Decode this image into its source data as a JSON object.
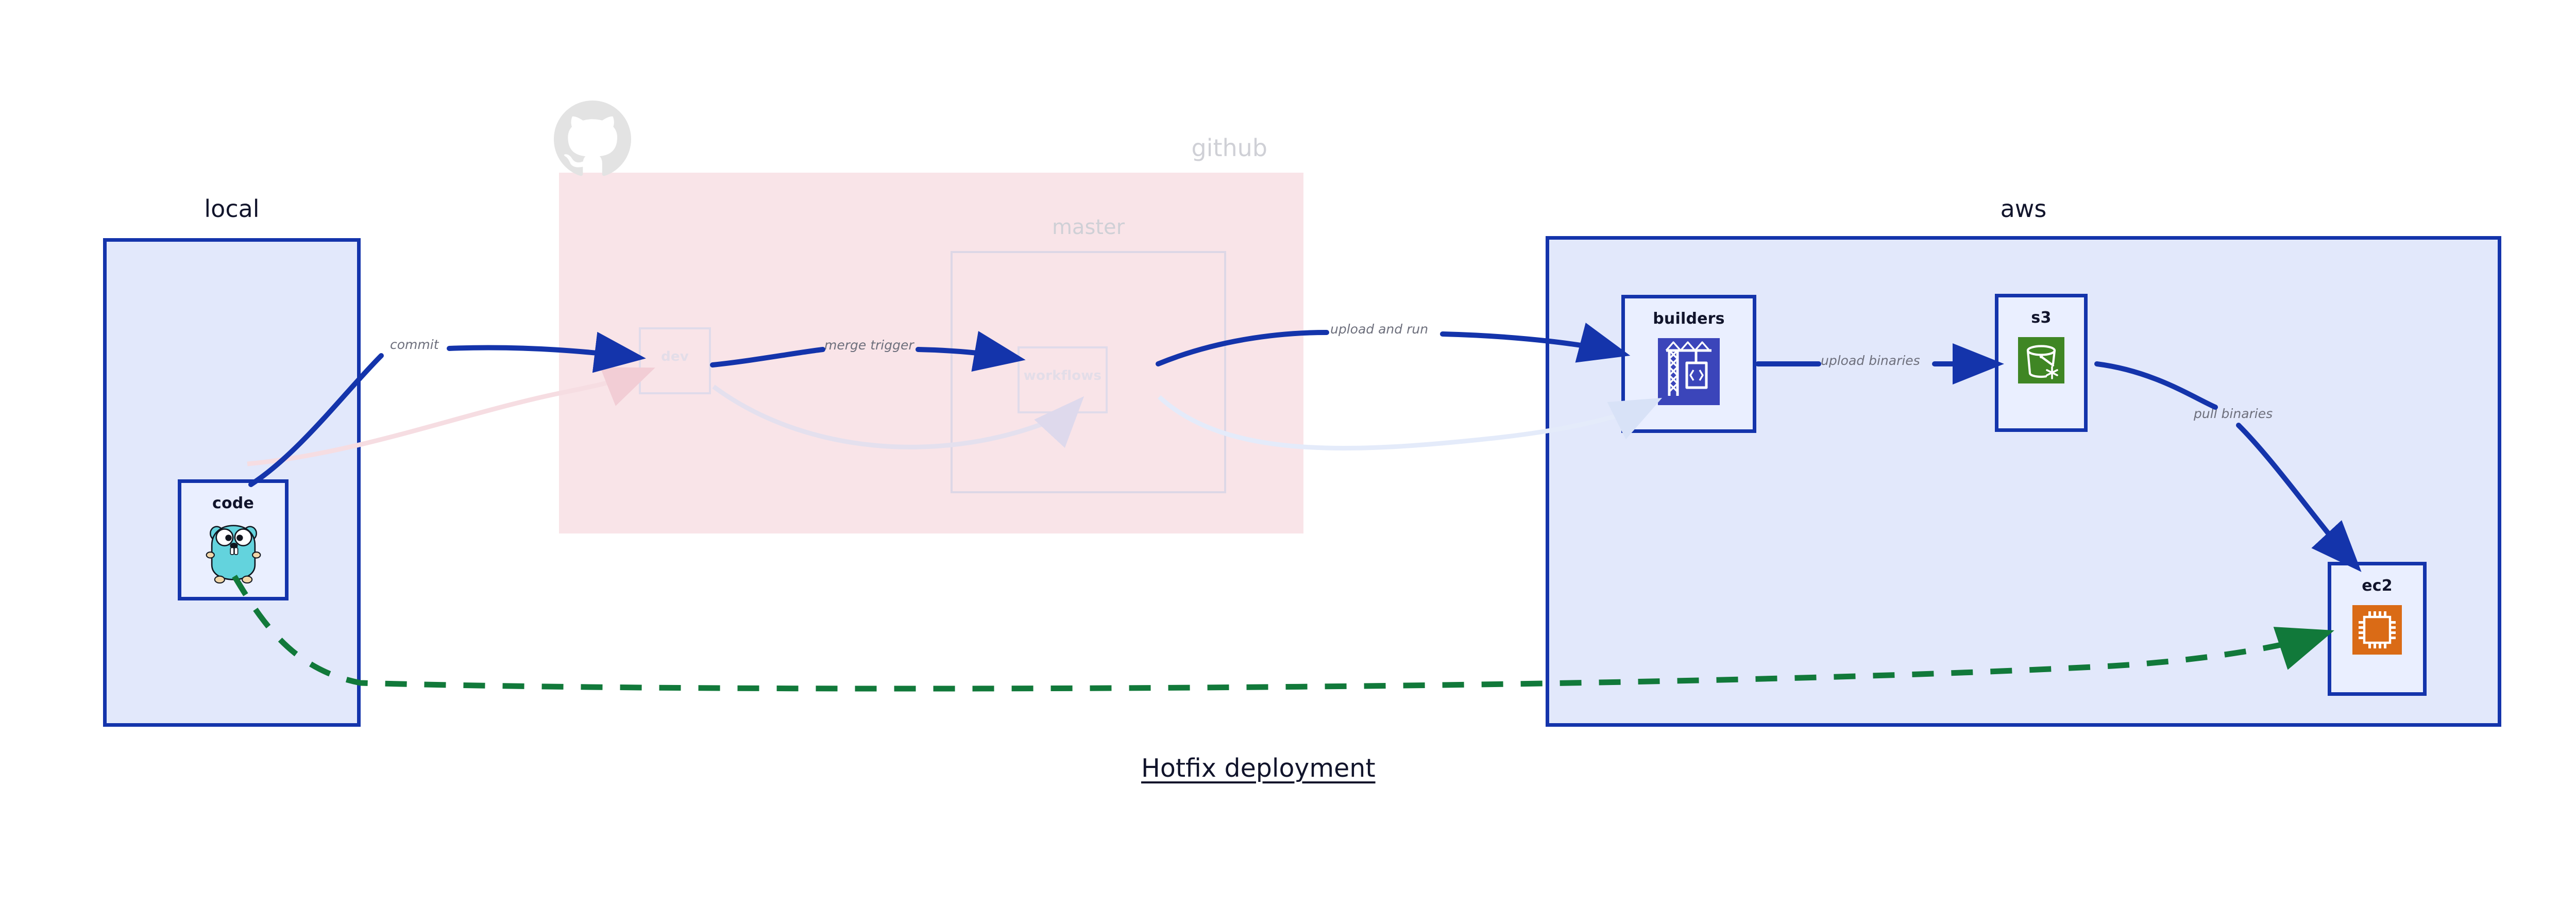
{
  "diagram": {
    "caption": "Hotfix deployment",
    "zones": [
      {
        "id": "local",
        "label": "local",
        "faded": false
      },
      {
        "id": "github",
        "label": "github",
        "faded": true
      },
      {
        "id": "aws",
        "label": "aws",
        "faded": false
      }
    ],
    "groups": [
      {
        "id": "master",
        "label": "master",
        "parent": "github",
        "faded": true
      }
    ],
    "nodes": [
      {
        "id": "code",
        "label": "code",
        "zone": "local",
        "icon": "go-gopher-icon",
        "faded": false
      },
      {
        "id": "dev",
        "label": "dev",
        "zone": "github",
        "icon": "none",
        "faded": true
      },
      {
        "id": "workflows",
        "label": "workflows",
        "zone": "master",
        "icon": "none",
        "faded": true
      },
      {
        "id": "builders",
        "label": "builders",
        "zone": "aws",
        "icon": "aws-codebuild-icon",
        "faded": false
      },
      {
        "id": "s3",
        "label": "s3",
        "zone": "aws",
        "icon": "aws-s3-bucket-icon",
        "faded": false
      },
      {
        "id": "ec2",
        "label": "ec2",
        "zone": "aws",
        "icon": "aws-ec2-chip-icon",
        "faded": false
      }
    ],
    "edges": [
      {
        "id": "e1",
        "from": "code",
        "to": "dev",
        "label": "commit",
        "style": "solid",
        "color": "#1434ab",
        "faded": false
      },
      {
        "id": "e2",
        "from": "dev",
        "to": "workflows",
        "label": "merge trigger",
        "style": "solid",
        "color": "#1434ab",
        "faded": false
      },
      {
        "id": "e3",
        "from": "workflows",
        "to": "builders",
        "label": "upload and run",
        "style": "solid",
        "color": "#1434ab",
        "faded": false
      },
      {
        "id": "e4",
        "from": "builders",
        "to": "s3",
        "label": "upload binaries",
        "style": "solid",
        "color": "#1434ab",
        "faded": false
      },
      {
        "id": "e5",
        "from": "s3",
        "to": "ec2",
        "label": "pull binaries",
        "style": "solid",
        "color": "#1434ab",
        "faded": false
      },
      {
        "id": "e6",
        "from": "code",
        "to": "ec2",
        "label": "",
        "style": "dashed",
        "color": "#11793a",
        "faded": false
      },
      {
        "id": "g1",
        "from": "code",
        "to": "dev",
        "label": "",
        "style": "solid",
        "color": "#f6dde2",
        "faded": true
      },
      {
        "id": "g2",
        "from": "dev",
        "to": "workflows",
        "label": "",
        "style": "solid",
        "color": "#e4e0ee",
        "faded": true
      },
      {
        "id": "g3",
        "from": "workflows",
        "to": "builders",
        "label": "",
        "style": "solid",
        "color": "#e4ebfa",
        "faded": true
      }
    ],
    "colors": {
      "accent_blue": "#1434ab",
      "zone_fill_blue": "#e2e8fb",
      "zone_fill_pink": "#f9e4e8",
      "node_fill": "#eaefff",
      "dashed_green": "#11793a",
      "label_grey": "#6d6f7c",
      "title_dark": "#11142b",
      "faded_grey": "#cfd0d6",
      "codebuild_purple": "#3b45ba",
      "s3_green": "#3f8624",
      "ec2_orange": "#da6b16",
      "gopher_teal": "#63d3dd"
    },
    "branding": {
      "github_logo": "github-octocat-icon"
    }
  }
}
